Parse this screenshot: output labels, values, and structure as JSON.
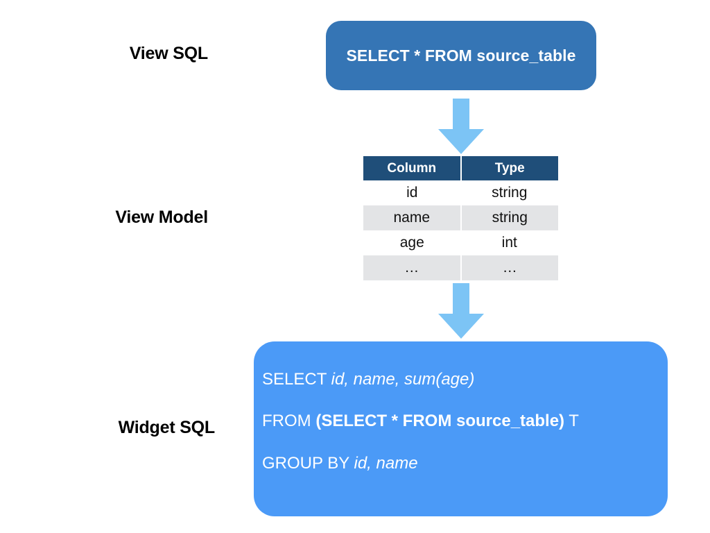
{
  "labels": {
    "view_sql": "View SQL",
    "view_model": "View Model",
    "widget_sql": "Widget SQL"
  },
  "view_sql_box": {
    "text": "SELECT * FROM source_table",
    "background_color": "#3575B5",
    "text_color": "#FFFFFF"
  },
  "view_model_table": {
    "headers": [
      "Column",
      "Type"
    ],
    "rows": [
      [
        "id",
        "string"
      ],
      [
        "name",
        "string"
      ],
      [
        "age",
        "int"
      ],
      [
        "…",
        "…"
      ]
    ],
    "header_background": "#1F4E79",
    "stripe_background": "#E3E4E6"
  },
  "widget_sql_box": {
    "background_color": "#4B9AF7",
    "text_color": "#FFFFFF",
    "lines": [
      {
        "segments": [
          {
            "text": "SELECT ",
            "style": "keyword"
          },
          {
            "text": "id, name, sum(age)",
            "style": "identifier"
          }
        ]
      },
      {
        "segments": [
          {
            "text": "FROM ",
            "style": "keyword"
          },
          {
            "text": "(SELECT * FROM source_table)",
            "style": "subquery"
          },
          {
            "text": " T",
            "style": "keyword"
          }
        ]
      },
      {
        "segments": [
          {
            "text": "GROUP BY ",
            "style": "keyword"
          },
          {
            "text": "id, name",
            "style": "identifier"
          }
        ]
      }
    ]
  },
  "arrows": {
    "color": "#7CC4F5",
    "direction": "down",
    "count": 2
  }
}
